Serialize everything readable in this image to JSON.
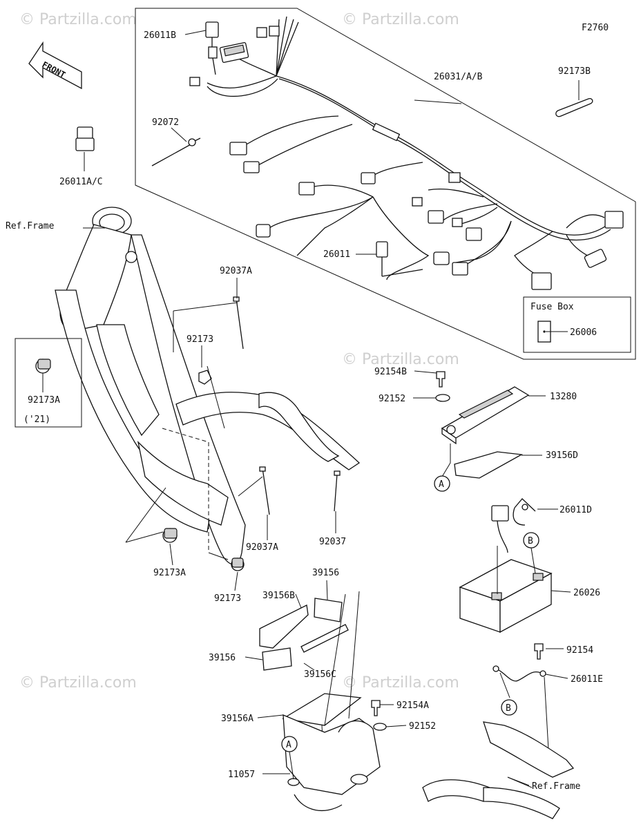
{
  "diagram_code": "F2760",
  "front_label": "FRONT",
  "watermark": "© Partzilla.com",
  "labels": {
    "p26011B": "26011B",
    "p26031": "26031/A/B",
    "p92173B": "92173B",
    "p92072": "92072",
    "p26011AC": "26011A/C",
    "refFrameTop": "Ref.Frame",
    "p92037A_top": "92037A",
    "p92173_top": "92173",
    "p26011": "26011",
    "fuseBox": "Fuse Box",
    "p26006": "26006",
    "p92173A_left": "92173A",
    "year21": "('21)",
    "p92154B": "92154B",
    "p92152_top": "92152",
    "p13280": "13280",
    "p39156D": "39156D",
    "markA_top": "A",
    "p26011D": "26011D",
    "markB_top": "B",
    "p26026": "26026",
    "p92037A_mid": "92037A",
    "p92037": "92037",
    "p92173A_bottom": "92173A",
    "p92173_bottom": "92173",
    "p39156_top": "39156",
    "p39156B": "39156B",
    "p39156_left": "39156",
    "p39156C": "39156C",
    "p92154": "92154",
    "p26011E": "26011E",
    "markB_bottom": "B",
    "p39156A": "39156A",
    "p92154A": "92154A",
    "p92152_bottom": "92152",
    "markA_bottom": "A",
    "p11057": "11057",
    "refFrameBottom": "Ref.Frame"
  }
}
